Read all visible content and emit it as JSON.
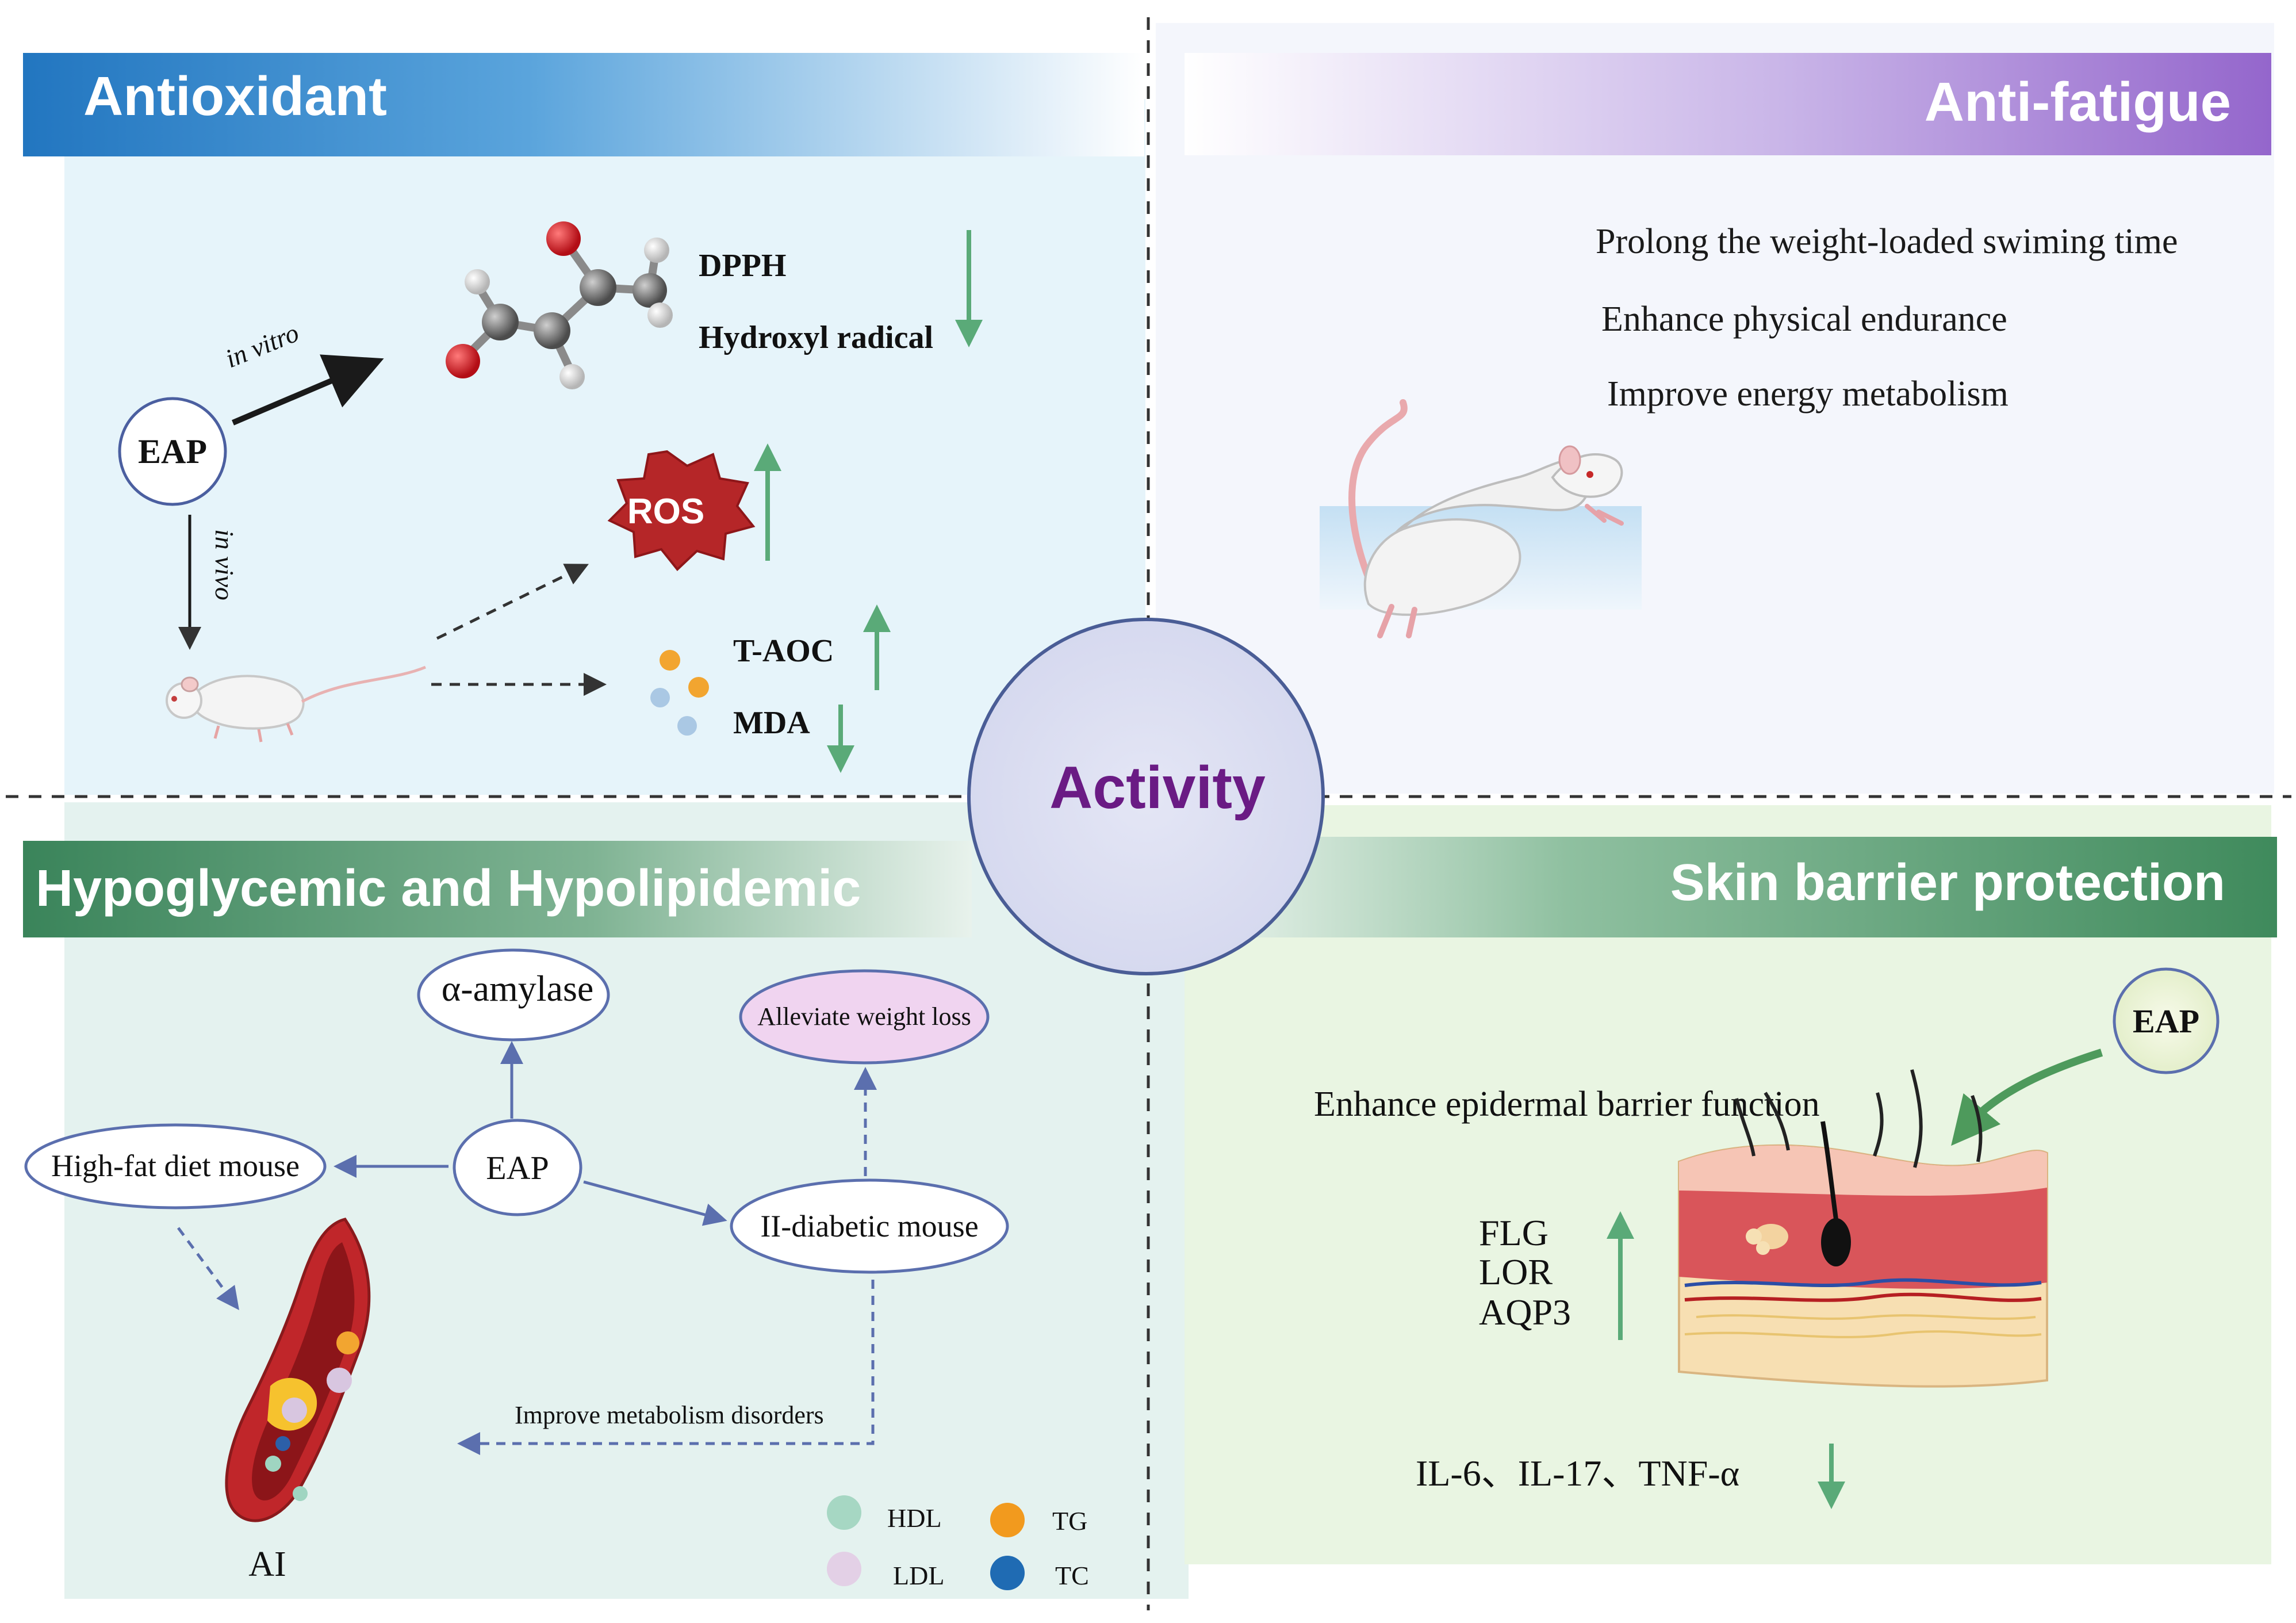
{
  "center": {
    "title": "Activity"
  },
  "colors": {
    "antioxidant_blue": "#2a7fc4",
    "antifatigue_purple": "#9a73cc",
    "green_header": "#3f8a5c",
    "activity_text": "#6a1b84",
    "arrow_green": "#5aaa78",
    "ellipse_border": "#5b6fae"
  },
  "antioxidant": {
    "title": "Antioxidant",
    "eap": "EAP",
    "in_vitro": "in vitro",
    "in_vivo": "in vivo",
    "dpph": "DPPH",
    "hydroxyl": "Hydroxyl radical",
    "ros": "ROS",
    "taoc": "T-AOC",
    "mda": "MDA"
  },
  "antifatigue": {
    "title": "Anti-fatigue",
    "items": [
      "Prolong the weight-loaded swiming time",
      "Enhance physical endurance",
      "Improve energy metabolism"
    ]
  },
  "hypo": {
    "title": "Hypoglycemic and Hypolipidemic",
    "amylase": "α-amylase",
    "weight": "Alleviate weight loss",
    "highfat": "High-fat diet mouse",
    "eap": "EAP",
    "diabetic": "II-diabetic mouse",
    "metabolism": "Improve metabolism disorders",
    "ai": "AI",
    "legend": {
      "hdl": "HDL",
      "ldl": "LDL",
      "tg": "TG",
      "tc": "TC"
    }
  },
  "skin": {
    "title": "Skin barrier protection",
    "eap": "EAP",
    "barrier": "Enhance epidermal barrier function",
    "markers": [
      "FLG",
      "LOR",
      "AQP3"
    ],
    "cytokines": "IL-6、IL-17、TNF-α"
  }
}
